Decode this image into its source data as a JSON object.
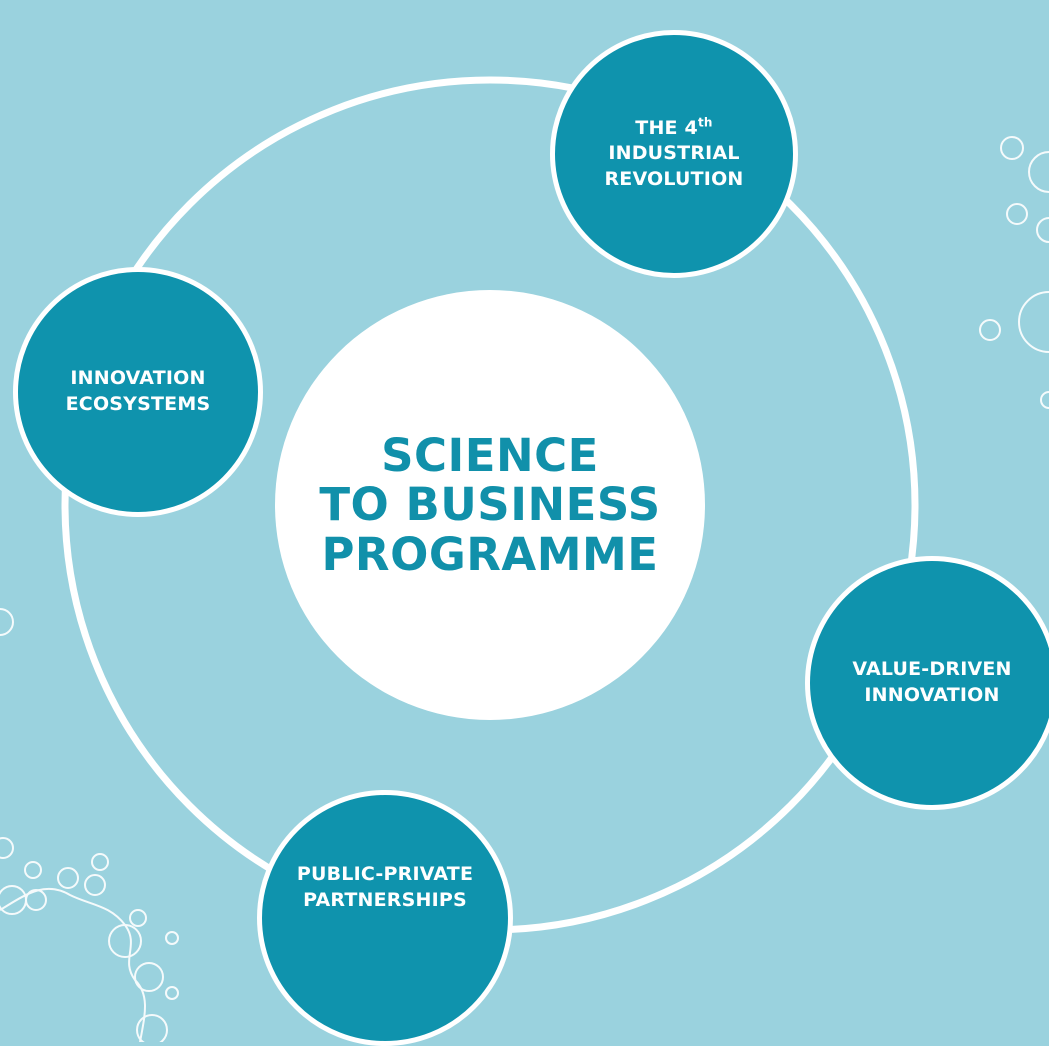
{
  "colors": {
    "background": "#9ad2de",
    "node_fill": "#0f93ad",
    "outline": "#ffffff",
    "title_text": "#1190aa"
  },
  "center": {
    "line1": "SCIENCE",
    "line2": "TO BUSINESS",
    "line3": "PROGRAMME"
  },
  "nodes": {
    "industrial": {
      "line1_prefix": "THE 4",
      "line1_sup": "th",
      "line2": "INDUSTRIAL",
      "line3": "REVOLUTION"
    },
    "ecosystems": {
      "line1": "INNOVATION",
      "line2": "ECOSYSTEMS"
    },
    "value": {
      "line1": "VALUE-DRIVEN",
      "line2": "INNOVATION"
    },
    "ppp": {
      "line1": "PUBLIC-PRIVATE",
      "line2": "PARTNERSHIPS"
    }
  }
}
